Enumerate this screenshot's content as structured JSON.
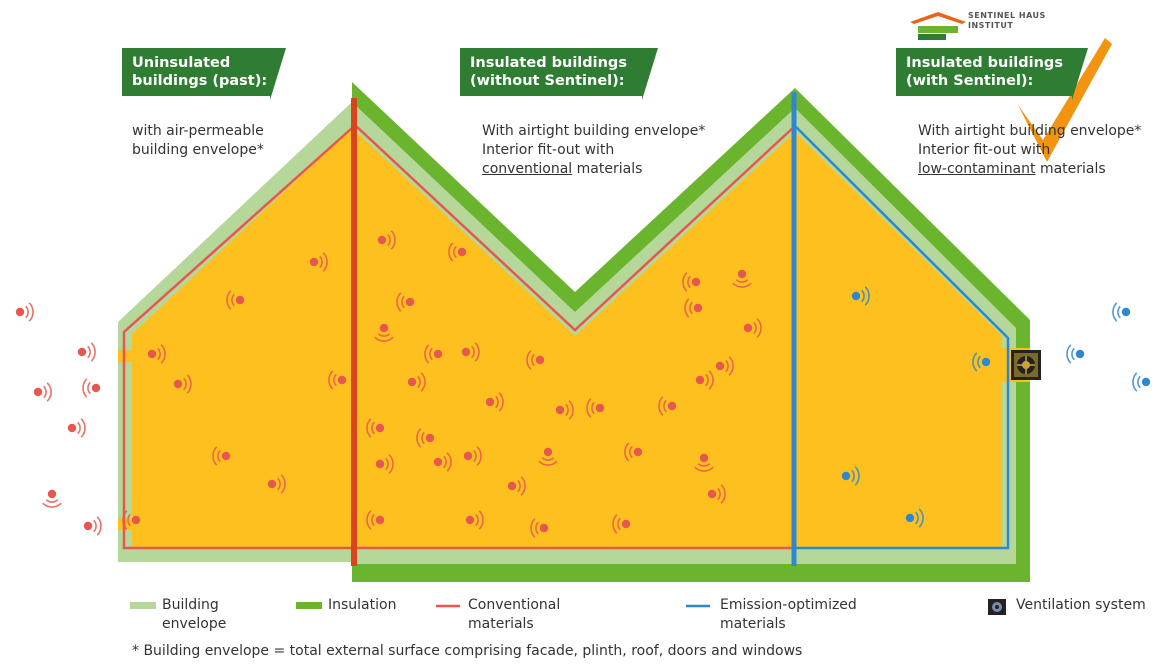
{
  "logo": {
    "line1": "SENTINEL HAUS",
    "line2": "INSTITUT"
  },
  "panels": [
    {
      "heading_lines": [
        "Uninsulated",
        "buildings (past):"
      ],
      "description_lines": [
        "with air-permeable",
        "building envelope*"
      ]
    },
    {
      "heading_lines": [
        "Insulated buildings",
        "(without Sentinel):"
      ],
      "description_lines": [
        "With airtight building envelope*",
        "Interior fit-out with"
      ],
      "underlined_word": "conventional",
      "underlined_rest": " materials"
    },
    {
      "heading_lines": [
        "Insulated buildings",
        "(with Sentinel):"
      ],
      "description_lines": [
        "With airtight building envelope*",
        "Interior fit-out with"
      ],
      "underlined_word": "low-contaminant",
      "underlined_rest": " materials"
    }
  ],
  "legend": [
    {
      "lines": [
        "Building",
        "envelope"
      ],
      "color": "#b5d89a"
    },
    {
      "lines": [
        "Insulation"
      ],
      "color": "#6bb52e"
    },
    {
      "lines": [
        "Conventional",
        "materials"
      ],
      "color": "#e8574f"
    },
    {
      "lines": [
        "Emission-optimized",
        "materials"
      ],
      "color": "#2f88cf"
    },
    {
      "lines": [
        "Ventilation system"
      ],
      "icon": "ventilation-unit-icon"
    }
  ],
  "footnote": "* Building envelope = total external surface comprising facade, plinth, roof, doors and windows",
  "colors": {
    "interior": "#fec01e",
    "envelope": "#b5d89a",
    "insulation": "#6bb52e",
    "label_green": "#2e7d32",
    "conventional": "#e8574f",
    "conventional_line": "#d9441c",
    "emission_optimized": "#2f88cf",
    "checkmark": "#f29410"
  }
}
